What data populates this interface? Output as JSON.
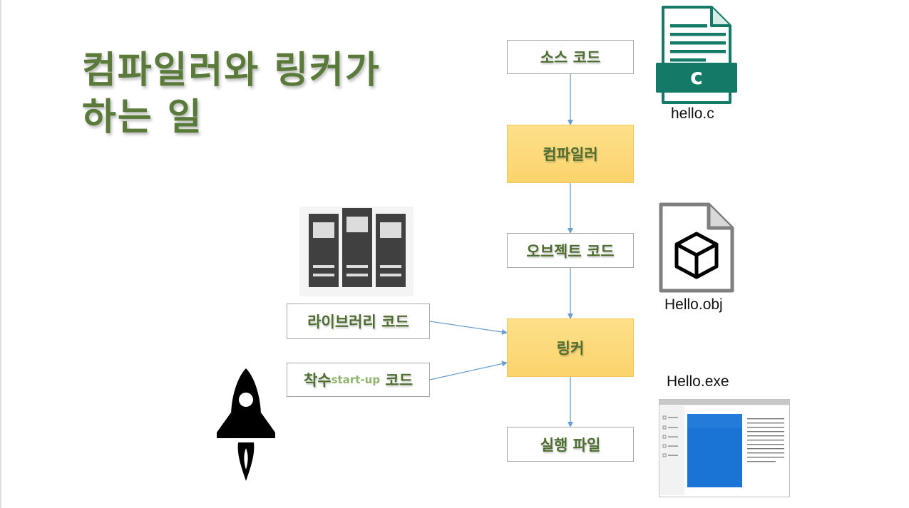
{
  "title": {
    "line1": "컴파일러와 링커가",
    "line2": "하는 일"
  },
  "flow": {
    "source_code": "소스 코드",
    "compiler": "컴파일러",
    "object_code": "오브젝트 코드",
    "linker": "링커",
    "executable": "실행 파일",
    "library_code": "라이브러리 코드",
    "startup_prefix": "착수",
    "startup_sub": "start-up",
    "startup_suffix": " 코드"
  },
  "files": {
    "c_file_letter": "c",
    "c_file_name": "hello.c",
    "obj_file_name": "Hello.obj",
    "exe_file_name": "Hello.exe"
  },
  "icons": {
    "source": "c-file-icon",
    "object": "obj-file-icon",
    "library": "library-books-icon",
    "startup": "rocket-icon",
    "executable": "program-window-icon"
  },
  "colors": {
    "title_green": "#5a7a3a",
    "label_green": "#4e6e30",
    "process_yellow": "#fbd36c",
    "connector_blue": "#6a9ed0",
    "c_file_teal": "#127a66"
  }
}
